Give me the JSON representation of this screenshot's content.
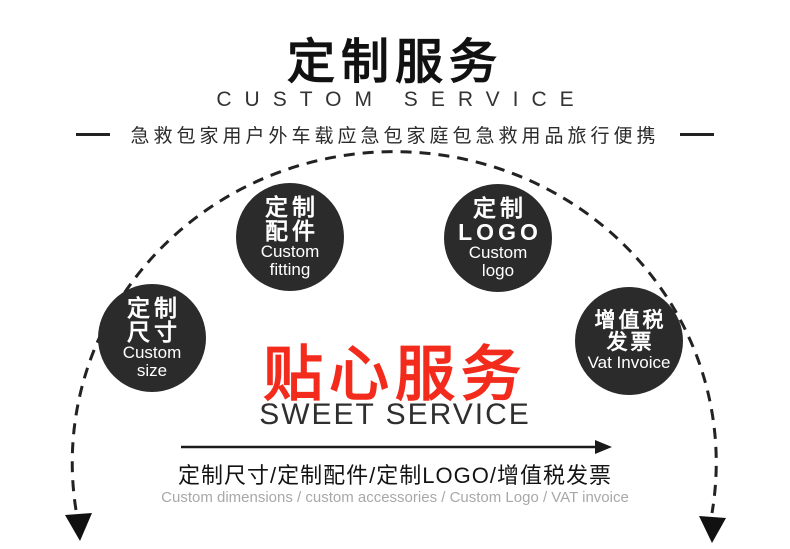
{
  "header": {
    "title": "定制服务",
    "subtitle": "CUSTOM SERVICE",
    "tagline": "急救包家用户外车载应急包家庭包急救用品旅行便携"
  },
  "circles": [
    {
      "zh1": "定制",
      "zh2": "尺寸",
      "en1": "Custom",
      "en2": "size"
    },
    {
      "zh1": "定制",
      "zh2": "配件",
      "en1": "Custom",
      "en2": "fitting"
    },
    {
      "zh1": "定制",
      "zh2": "LOGO",
      "en1": "Custom",
      "en2": "logo"
    },
    {
      "zh1": "增值税",
      "zh2": "发票",
      "en1": "Vat Invoice",
      "en2": ""
    }
  ],
  "center": {
    "headline": "贴心服务",
    "subheadline": "SWEET SERVICE"
  },
  "footer": {
    "services": "定制尺寸/定制配件/定制LOGO/增值税发票",
    "services_en": "Custom dimensions / custom accessories / Custom Logo / VAT invoice"
  },
  "colors": {
    "accent_red": "#f32b1c",
    "circle_bg": "#2b2b2b",
    "text_dark": "#1a1a1a",
    "text_gray": "#a8a8a8"
  }
}
